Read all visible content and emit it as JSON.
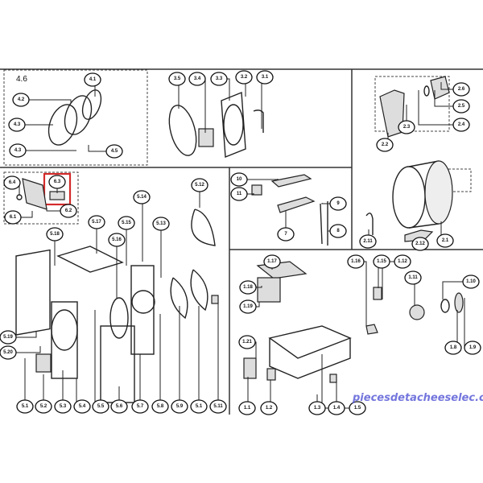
{
  "title_marker": "4.6",
  "highlight_color": "#d42a2a",
  "watermark": "piecesdetacheeselec.com",
  "watermark_color": "#5c5fd8",
  "sections": {
    "door": [
      "4.1",
      "4.2",
      "4.3",
      "4.3",
      "4.5"
    ],
    "front_frame": [
      "3.5",
      "3.4",
      "3.3",
      "3.2",
      "3.1"
    ],
    "drum": [
      "2.6",
      "2.5",
      "2.4",
      "2.3",
      "2.2",
      "2.11",
      "2.12",
      "2.1"
    ],
    "dispenser": [
      "10",
      "11",
      "9",
      "8",
      "7"
    ],
    "control_panel": [
      "6.4",
      "6.3",
      "6.2",
      "6.1"
    ],
    "cabinet": [
      "5.14",
      "5.12",
      "5.17",
      "5.18",
      "5.15",
      "5.16",
      "5.13",
      "5.19",
      "5.20",
      "5.1",
      "5.2",
      "5.3",
      "5.4",
      "5.5",
      "5.6",
      "5.7",
      "5.8",
      "5.9",
      "5.1",
      "5.11"
    ],
    "base": [
      "1.17",
      "1.18",
      "1.19",
      "1.16",
      "1.15",
      "1.12",
      "1.11",
      "1.10",
      "1.8",
      "1.9",
      "1.21",
      "1.1",
      "1.2",
      "1.3",
      "1.4",
      "1.5"
    ]
  }
}
